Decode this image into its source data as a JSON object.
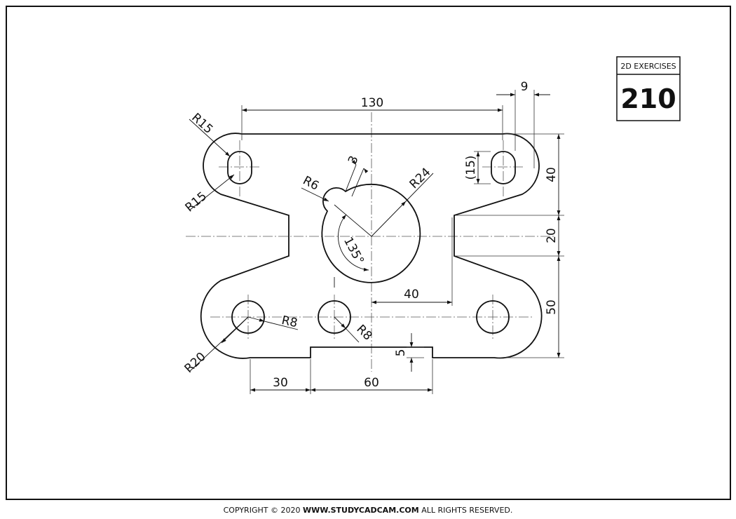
{
  "title_block": {
    "label": "2D EXERCISES",
    "number": "210"
  },
  "dimensions": {
    "overall_width": "130",
    "slot_offset": "9",
    "slot_length": "(15)",
    "top_height": "40",
    "mid_height": "20",
    "bottom_height": "50",
    "boss_radius": "R24",
    "key_radius": "R6",
    "key_width": "3",
    "key_angle": "135°",
    "notch_offset": "40",
    "top_left_outer_radius": "R15",
    "top_left_inner_radius": "R15",
    "bottom_left_radius": "R20",
    "hole_radius_left": "R8",
    "hole_radius_center": "R8",
    "notch_depth": "5",
    "bottom_spacing_left": "30",
    "bottom_spacing_right": "60"
  },
  "footer": {
    "prefix": "COPYRIGHT © 2020",
    "site": "WWW.STUDYCADCAM.COM",
    "suffix": "ALL RIGHTS RESERVED."
  }
}
